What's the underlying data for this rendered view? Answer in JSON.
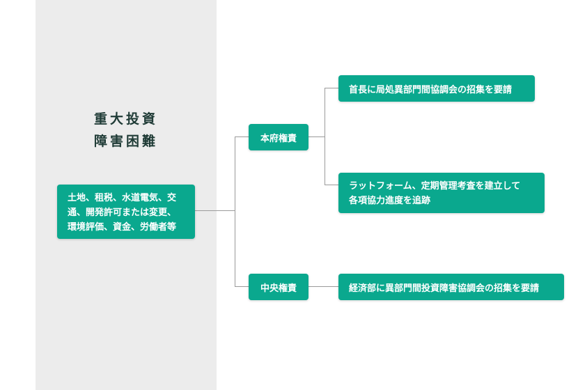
{
  "title": {
    "line1": "重大投資",
    "line2": "障害困難"
  },
  "source_box": {
    "lines": [
      "土地、租税、水道電気、交",
      "通、開発許可または変更、",
      "環境評価、資金、労働者等"
    ]
  },
  "authorities": {
    "local": "本府権責",
    "central": "中央権責"
  },
  "actions": {
    "local_1": "首長に局処異部門間協調会の招集を要請",
    "local_2_lines": [
      "ラットフォーム、定期管理考査を建立して",
      "各項協力進度を追跡"
    ],
    "central_1": "経済部に異部門間投資障害協調会の招集を要請"
  },
  "colors": {
    "box": "#0aa88e",
    "panel": "#ececec",
    "title": "#1f3b36",
    "connector": "#9a9a9a"
  }
}
